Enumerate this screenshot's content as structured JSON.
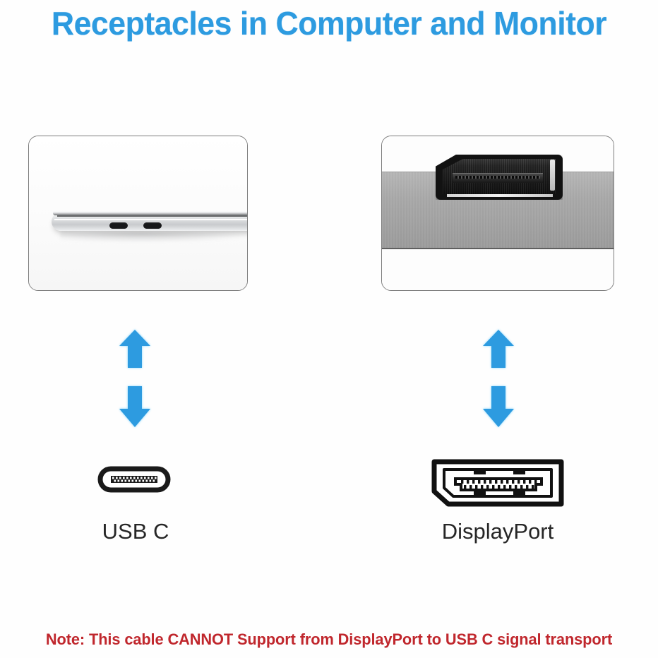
{
  "title": "Receptacles in Computer and Monitor",
  "colors": {
    "title_blue": "#2D9BE0",
    "arrow_blue": "#2D9BE0",
    "note_red": "#C0272D",
    "label_dark": "#262626",
    "panel_border": "#7d7d7d",
    "monitor_band_gray": "#a9a9a9"
  },
  "panels": [
    {
      "id": "computer",
      "photo_alt": "Laptop computer side edge with two USB C ports",
      "device": "laptop",
      "port_count": 2
    },
    {
      "id": "monitor",
      "photo_alt": "Monitor DisplayPort receptacle close-up",
      "device": "monitor",
      "port_count": 1
    }
  ],
  "connectors": [
    {
      "icon": "usb-c-connector-icon",
      "label": "USB C"
    },
    {
      "icon": "displayport-connector-icon",
      "label": "DisplayPort"
    }
  ],
  "arrows": {
    "up_icon": "arrow-up-icon",
    "down_icon": "arrow-down-icon"
  },
  "note": "Note: This cable CANNOT Support from DisplayPort to USB C signal transport"
}
